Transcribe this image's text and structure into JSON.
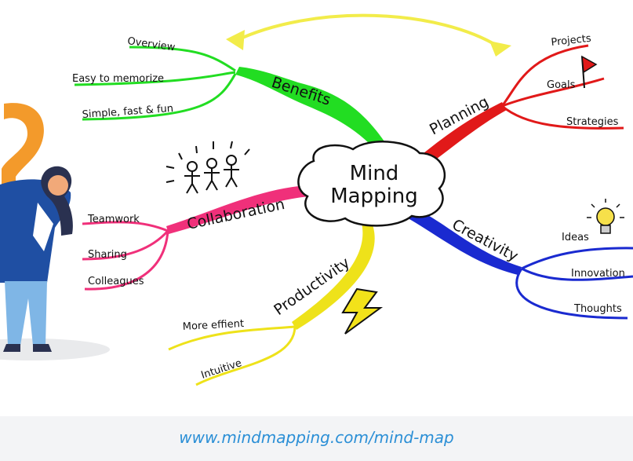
{
  "diagram": {
    "center": {
      "line1": "Mind",
      "line2": "Mapping"
    },
    "branches": {
      "benefits": {
        "label": "Benefits",
        "items": [
          "Overview",
          "Easy to memorize",
          "Simple, fast & fun"
        ]
      },
      "planning": {
        "label": "Planning",
        "items": [
          "Projects",
          "Goals",
          "Strategies"
        ]
      },
      "collaboration": {
        "label": "Collaboration",
        "items": [
          "Teamwork",
          "Sharing",
          "Colleagues"
        ]
      },
      "creativity": {
        "label": "Creativity",
        "items": [
          "Ideas",
          "Innovation",
          "Thoughts"
        ]
      },
      "productivity": {
        "label": "Productivity",
        "items": [
          "More effient",
          "Intuitive"
        ]
      }
    }
  },
  "footer": {
    "url": "www.mindmapping.com/mind-map"
  },
  "colors": {
    "benefits": "#22dd22",
    "planning": "#e11919",
    "collaboration": "#f0307a",
    "creativity": "#1a2ad0",
    "productivity": "#eee21a",
    "arrow": "#f2ec4a",
    "url": "#2b8fd6"
  }
}
